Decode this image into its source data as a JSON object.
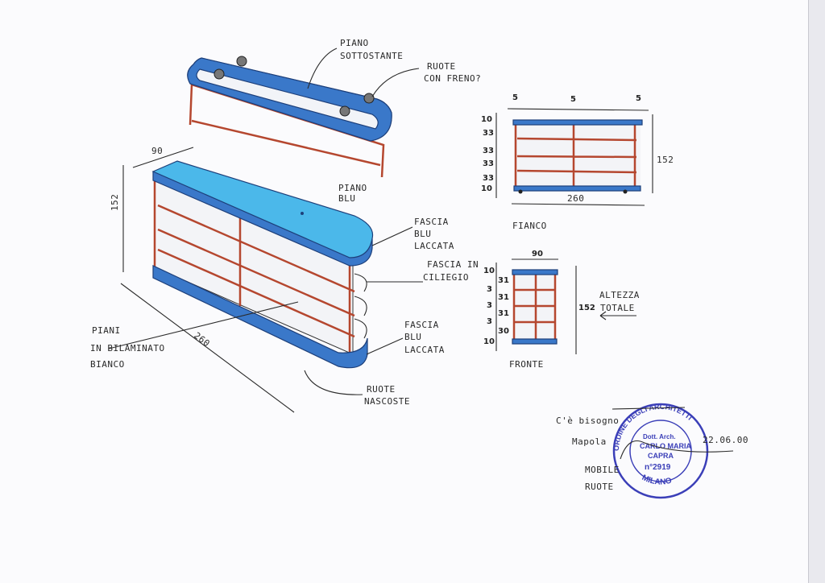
{
  "labels": {
    "piano_sottostante": [
      "PIANO",
      "SOTTOSTANTE"
    ],
    "ruote_con_freno": [
      "RUOTE",
      "CON FRENO?"
    ],
    "piano_blu": [
      "PIANO",
      "BLU"
    ],
    "fascia_blu_top": [
      "FASCIA",
      "BLU",
      "LACCATA"
    ],
    "fascia_ciliegio": [
      "FASCIA IN",
      "CILIEGIO"
    ],
    "fascia_blu_bottom": [
      "FASCIA",
      "BLU",
      "LACCATA"
    ],
    "ruote_nascoste": [
      "RUOTE",
      "NASCOSTE"
    ],
    "piani": [
      "PIANI",
      "IN BILAMINATO",
      "BIANCO"
    ],
    "altezza_totale": [
      "ALTEZZA",
      "TOTALE"
    ]
  },
  "perspective_dims": {
    "depth": "90",
    "height": "152",
    "length": "260"
  },
  "fianco": {
    "title": "FIANCO",
    "top_dims": [
      "5",
      "5",
      "5"
    ],
    "left_dims": [
      "10",
      "33",
      "33",
      "33",
      "33",
      "10"
    ],
    "height": "152",
    "length": "260"
  },
  "fronte": {
    "title": "FRONTE",
    "width": "90",
    "left_dims": [
      "10",
      "31",
      "3",
      "31",
      "3",
      "31",
      "3",
      "30",
      "10"
    ],
    "height": "152"
  },
  "notes": {
    "line1": "C'è bisogno",
    "line2": "Mapola",
    "date": "22.06.00",
    "line3": "MOBILE",
    "line4": "RUOTE"
  },
  "stamp": {
    "outer_top": "ORDINE DEGLI ARCHITETTI",
    "outer_bottom": "MILANO",
    "inner": [
      "Dott. Arch.",
      "CARLO MARIA",
      "CAPRA"
    ],
    "number": "n°2919"
  },
  "colors": {
    "blue": "#3a78c9",
    "light_blue": "#4bb8ea",
    "cherry": "#b5472f",
    "stamp": "#3b3fb8"
  }
}
